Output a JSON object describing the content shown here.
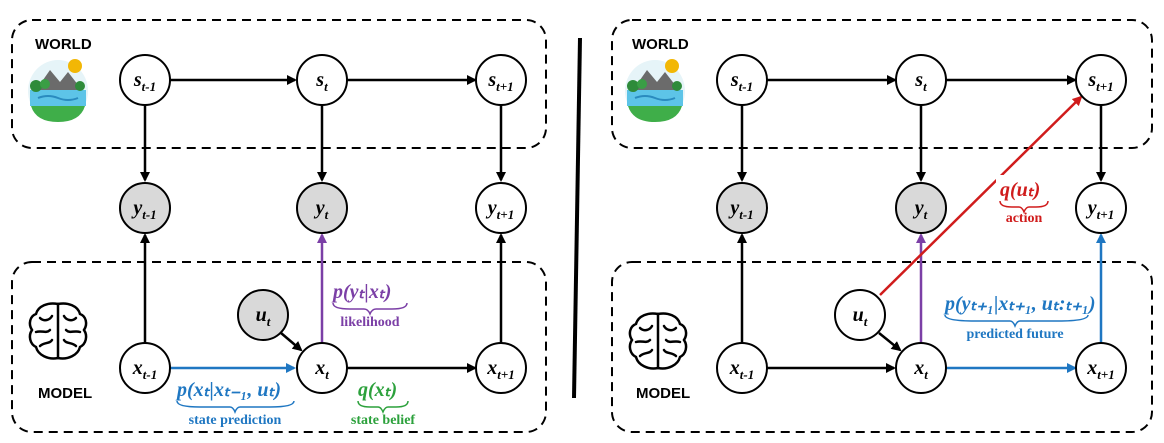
{
  "colors": {
    "blue": "#1f77c2",
    "purple": "#7b3fa6",
    "green": "#2ca13c",
    "red": "#d01c1c",
    "observed_fill": "#d9d9d9",
    "black": "#000000"
  },
  "left_panel": {
    "world_title": "WORLD",
    "model_title": "MODEL",
    "nodes": {
      "s_prev": {
        "base": "s",
        "sub": "t-1"
      },
      "s_cur": {
        "base": "s",
        "sub": "t"
      },
      "s_next": {
        "base": "s",
        "sub": "t+1"
      },
      "y_prev": {
        "base": "y",
        "sub": "t-1"
      },
      "y_cur": {
        "base": "y",
        "sub": "t"
      },
      "y_next": {
        "base": "y",
        "sub": "t+1"
      },
      "u": {
        "base": "u",
        "sub": "t"
      },
      "x_prev": {
        "base": "x",
        "sub": "t-1"
      },
      "x_cur": {
        "base": "x",
        "sub": "t"
      },
      "x_next": {
        "base": "x",
        "sub": "t+1"
      }
    },
    "likelihood": {
      "expr": "p(yₜ|xₜ)",
      "caption": "likelihood"
    },
    "state_prediction": {
      "expr": "p(xₜ|xₜ₋₁, uₜ)",
      "caption": "state prediction"
    },
    "state_belief": {
      "expr": "q(xₜ)",
      "caption": "state belief"
    }
  },
  "right_panel": {
    "world_title": "WORLD",
    "model_title": "MODEL",
    "nodes": {
      "s_prev": {
        "base": "s",
        "sub": "t-1"
      },
      "s_cur": {
        "base": "s",
        "sub": "t"
      },
      "s_next": {
        "base": "s",
        "sub": "t+1"
      },
      "y_prev": {
        "base": "y",
        "sub": "t-1"
      },
      "y_cur": {
        "base": "y",
        "sub": "t"
      },
      "y_next": {
        "base": "y",
        "sub": "t+1"
      },
      "u": {
        "base": "u",
        "sub": "t"
      },
      "x_prev": {
        "base": "x",
        "sub": "t-1"
      },
      "x_cur": {
        "base": "x",
        "sub": "t"
      },
      "x_next": {
        "base": "x",
        "sub": "t+1"
      }
    },
    "action": {
      "expr": "q(uₜ)",
      "caption": "action"
    },
    "predicted_future": {
      "expr": "p(yₜ₊₁|xₜ₊₁, uₜ:ₜ₊₁)",
      "caption": "predicted future"
    }
  }
}
